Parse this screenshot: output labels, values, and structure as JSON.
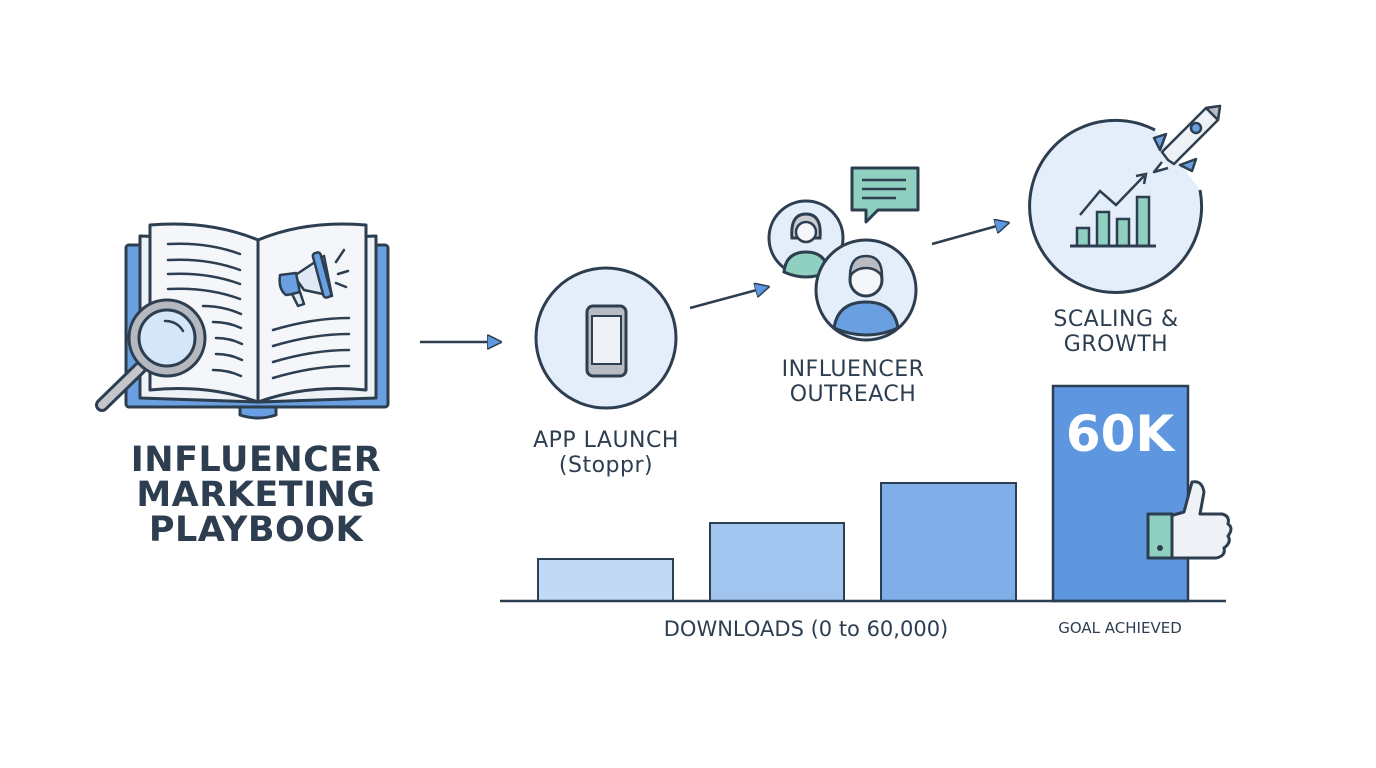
{
  "colors": {
    "ink": "#2d3e50",
    "accent": "#5e97e0",
    "circle_fill": "#e3eefa",
    "teal": "#8fd0c0"
  },
  "playbook": {
    "title_lines": [
      "INFLUENCER",
      "MARKETING",
      "PLAYBOOK"
    ],
    "icon": "open-book-icon"
  },
  "steps": [
    {
      "label_lines": [
        "APP LAUNCH",
        "(Stoppr)"
      ],
      "icon": "smartphone-icon"
    },
    {
      "label_lines": [
        "INFLUENCER",
        "OUTREACH"
      ],
      "icon": "people-chat-icon"
    },
    {
      "label_lines": [
        "SCALING &",
        "GROWTH"
      ],
      "icon": "growth-chart-rocket-icon"
    }
  ],
  "downloads": {
    "axis_label": "DOWNLOADS (0 to 60,000)",
    "goal_value_label": "60K",
    "goal_label": "GOAL ACHIEVED",
    "stages_relative": [
      0.2,
      0.38,
      0.58,
      1.0
    ],
    "bar_colors": [
      "#c2d9f6",
      "#a2c5f0",
      "#7faee9",
      "#5e97df"
    ]
  }
}
